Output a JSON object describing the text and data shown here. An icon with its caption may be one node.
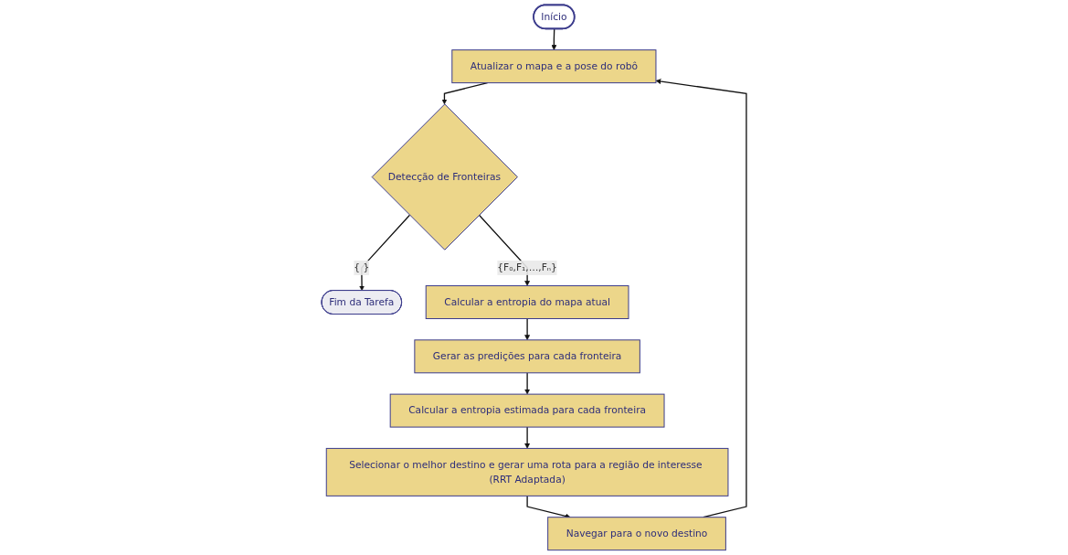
{
  "diagram": {
    "nodes": [
      {
        "text": [
          "Início"
        ]
      },
      {
        "text": [
          "Atualizar o mapa e a pose do robô"
        ]
      },
      {
        "text": [
          "Detecção de Fronteiras"
        ]
      },
      {
        "text": [
          "Fim da Tarefa"
        ]
      },
      {
        "text": [
          "Calcular a entropia do mapa atual"
        ]
      },
      {
        "text": [
          "Gerar as predições para cada fronteira"
        ]
      },
      {
        "text": [
          "Calcular a entropia estimada para cada fronteira"
        ]
      },
      {
        "text": [
          "Selecionar o melhor destino e gerar uma rota para a região de interesse (RRT Adaptada)"
        ]
      },
      {
        "text": [
          "Navegar para o novo destino"
        ]
      }
    ],
    "edges": [
      {
        "from": 0,
        "to": 1,
        "arrow": "to"
      },
      {
        "from": 1,
        "to": 2,
        "arrow": "to"
      },
      {
        "from": 2,
        "to": 3,
        "arrow": "to",
        "label": "{ }"
      },
      {
        "from": 2,
        "to": 4,
        "arrow": "to",
        "label": "{F₀,F₁,…,Fₙ}"
      },
      {
        "from": 4,
        "to": 5,
        "arrow": "to"
      },
      {
        "from": 5,
        "to": 6,
        "arrow": "to"
      },
      {
        "from": 6,
        "to": 7,
        "arrow": "to"
      },
      {
        "from": 7,
        "to": 8,
        "arrow": "to"
      },
      {
        "from": 8,
        "to": 1,
        "arrow": "to"
      }
    ]
  }
}
